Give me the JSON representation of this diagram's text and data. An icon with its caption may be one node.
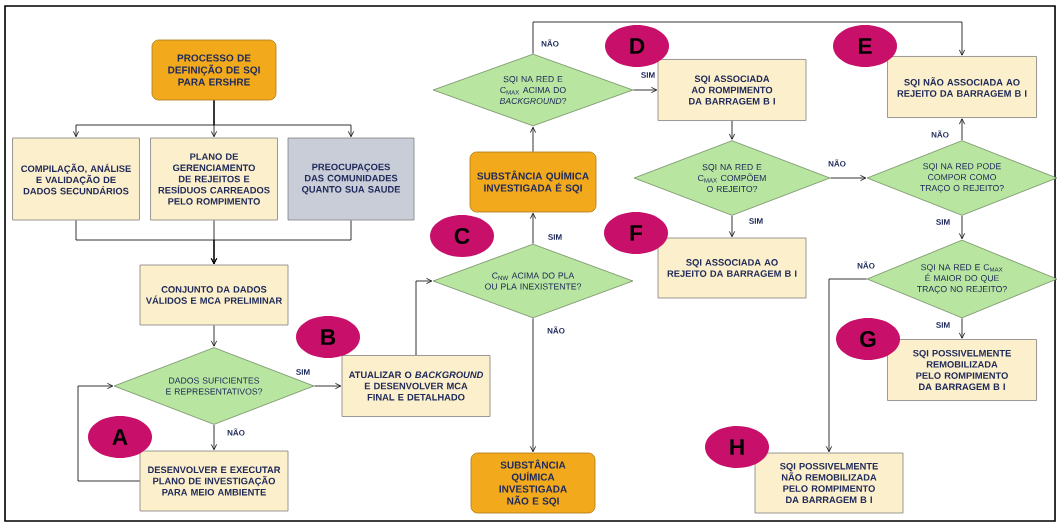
{
  "diagram": {
    "nodes": [
      {
        "text": [
          "PROCESSO DE DEFINIÇÃO DE SQI PARA ERSHRE"
        ]
      },
      {
        "text": [
          "COMPILAÇÃO, ANÁLISE E VALIDAÇÃO DE DADOS SECUNDÁRIOS"
        ]
      },
      {
        "text": [
          "PLANO DE GERENCIAMENTO DE REJEITOS E RESÍDUOS CARREADOS PELO ROMPIMENTO"
        ]
      },
      {
        "text": [
          "PREOCUPAÇOES DAS COMUNIDADES QUANTO SUA SAUDE"
        ]
      },
      {
        "text": [
          "CONJUNTO DA DADOS VÁLIDOS E MCA PRELIMINAR"
        ]
      },
      {
        "text": [
          "DADOS SUFICIENTES E REPRESENTATIVOS?"
        ]
      },
      {
        "text": [
          "DESENVOLVER E EXECUTAR PLANO DE INVESTIGAÇÃO PARA MEIO AMBIENTE"
        ]
      },
      {
        "text": [
          "ATUALIZAR O *BACKGROUND* E DESENVOLVER MCA FINAL E DETALHADO"
        ]
      },
      {
        "text": [
          "C$_{NW}$ ACIMA DO PLA OU PLA INEXISTENTE?"
        ]
      },
      {
        "text": [
          "SUBSTÂNCIA QUÍMICA INVESTIGADA É SQI"
        ]
      },
      {
        "text": [
          "SQI NA RED E C$_{MAX}$ ACIMA DO *BACKGROUND*?"
        ]
      },
      {
        "text": [
          "SUBSTÂNCIA QUÍMICA INVESTIGADA NÃO E SQI"
        ]
      },
      {
        "text": [
          "SQI ASSOCIADA AO ROMPIMENTO DA BARRAGEM B I"
        ]
      },
      {
        "text": [
          "SQI NA RED E C$_{MAX}$ COMPÕEM O REJEITO?"
        ]
      },
      {
        "text": [
          "SQI ASSOCIADA AO REJEITO DA BARRAGEM B I"
        ]
      },
      {
        "text": [
          "SQI NÃO ASSOCIADA AO REJEITO DA BARRAGEM B I"
        ]
      },
      {
        "text": [
          "SQI NA RED PODE COMPOR COMO TRAÇO O REJEITO?"
        ]
      },
      {
        "text": [
          "SQI NA RED E C$_{MAX}$ É MAIOR DO QUE TRAÇO NO REJEITO?"
        ]
      },
      {
        "text": [
          "SQI POSSIVELMENTE REMOBILIZADA PELO ROMPIMENTO DA BARRAGEM B I"
        ]
      },
      {
        "text": [
          "SQI POSSIVELMENTE NÃO REMOBILIZADA PELO ROMPIMENTO DA BARRAGEM B I"
        ]
      },
      {
        "text": [
          "A"
        ]
      },
      {
        "text": [
          "B"
        ]
      },
      {
        "text": [
          "C"
        ]
      },
      {
        "text": [
          "D"
        ]
      },
      {
        "text": [
          "E"
        ]
      },
      {
        "text": [
          "F"
        ]
      },
      {
        "text": [
          "G"
        ]
      },
      {
        "text": [
          "H"
        ]
      }
    ],
    "edges": [
      {
        "from": 0,
        "to": 1,
        "arrow": "to"
      },
      {
        "from": 0,
        "to": 2,
        "arrow": "to"
      },
      {
        "from": 0,
        "to": 3,
        "arrow": "to"
      },
      {
        "from": 1,
        "to": 4,
        "arrow": "to"
      },
      {
        "from": 2,
        "to": 4,
        "arrow": "to"
      },
      {
        "from": 3,
        "to": 4,
        "arrow": "to"
      },
      {
        "from": 4,
        "to": 5,
        "arrow": "to"
      },
      {
        "from": 5,
        "to": 6,
        "arrow": "to",
        "label": "NÃO"
      },
      {
        "from": 6,
        "to": 5,
        "arrow": "to"
      },
      {
        "from": 5,
        "to": 7,
        "arrow": "to",
        "label": "SIM"
      },
      {
        "from": 7,
        "to": 8,
        "arrow": "to"
      },
      {
        "from": 8,
        "to": 9,
        "arrow": "to",
        "label": "SIM"
      },
      {
        "from": 8,
        "to": 11,
        "arrow": "to",
        "label": "NÃO"
      },
      {
        "from": 9,
        "to": 10,
        "arrow": "to"
      },
      {
        "from": 10,
        "to": 12,
        "arrow": "to",
        "label": "SIM"
      },
      {
        "from": 10,
        "to": 15,
        "arrow": "to",
        "label": "NÃO"
      },
      {
        "from": 12,
        "to": 13,
        "arrow": "to"
      },
      {
        "from": 13,
        "to": 14,
        "arrow": "to",
        "label": "SIM"
      },
      {
        "from": 13,
        "to": 16,
        "arrow": "to",
        "label": "NÃO"
      },
      {
        "from": 16,
        "to": 15,
        "arrow": "to",
        "label": "NÃO"
      },
      {
        "from": 16,
        "to": 17,
        "arrow": "to",
        "label": "SIM"
      },
      {
        "from": 17,
        "to": 18,
        "arrow": "to",
        "label": "SIM"
      },
      {
        "from": 17,
        "to": 19,
        "arrow": "to",
        "label": "NÃO"
      }
    ]
  }
}
